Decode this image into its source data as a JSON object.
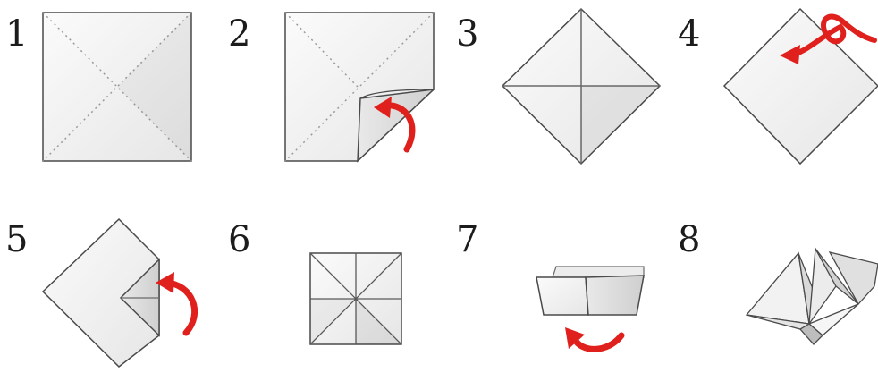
{
  "steps": [
    {
      "number": "1"
    },
    {
      "number": "2"
    },
    {
      "number": "3"
    },
    {
      "number": "4"
    },
    {
      "number": "5"
    },
    {
      "number": "6"
    },
    {
      "number": "7"
    },
    {
      "number": "8"
    }
  ],
  "colors": {
    "paper": "#f4f4f4",
    "paper_shade": "#dcdcdc",
    "edge": "#4a4a4a",
    "crease": "#9a9a9a",
    "arrow": "#e0201c",
    "numeral": "#1c1c1c"
  },
  "icons": {
    "fold_arrow": "curved-arrow-icon",
    "loop_arrow": "loop-arrow-icon"
  }
}
